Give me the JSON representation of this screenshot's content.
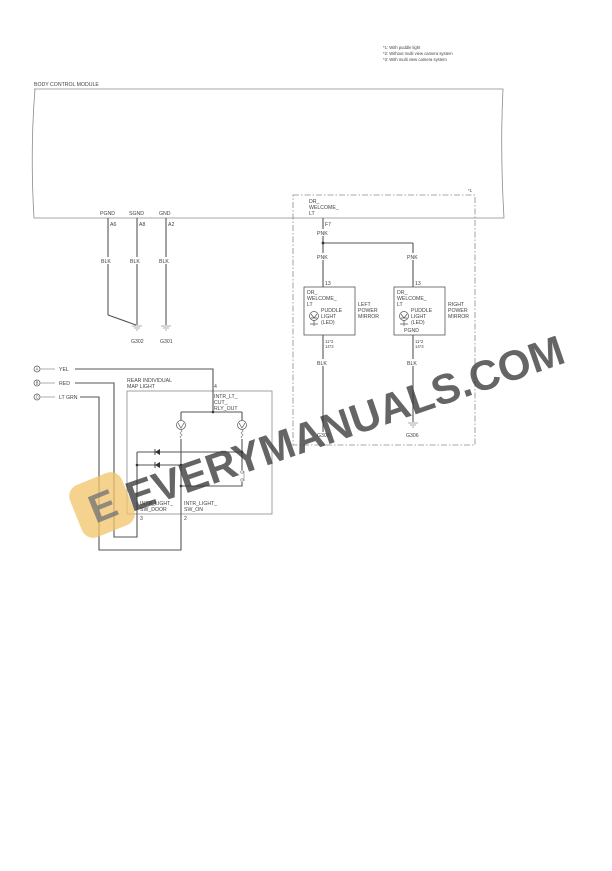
{
  "notes": [
    "*1: With puddle light",
    "*2: Without multi view camera system",
    "*3: With multi view camera system"
  ],
  "bcm": {
    "title": "BODY CONTROL MODULE",
    "pins": [
      {
        "name": "PGND",
        "pin": "A6",
        "wire": "BLK"
      },
      {
        "name": "SGND",
        "pin": "A8",
        "wire": "BLK"
      },
      {
        "name": "GND",
        "pin": "A2",
        "wire": "BLK"
      }
    ],
    "grounds": [
      "G302",
      "G301"
    ],
    "welcome_pin": {
      "name_l1": "DR_",
      "name_l2": "WELCOME_",
      "name_l3": "LT",
      "pin": "F7",
      "wire": "PNK"
    }
  },
  "puddle_group": {
    "note": "*1",
    "branch_wire_left": "PNK",
    "branch_wire_right": "PNK",
    "left": {
      "pin_in": "13",
      "name_l1": "DR_",
      "name_l2": "WELCOME_",
      "name_l3": "LT",
      "lamp_l1": "PUDDLE",
      "lamp_l2": "LIGHT",
      "lamp_l3": "(LED)",
      "label_l1": "LEFT",
      "label_l2": "POWER",
      "label_l3": "MIRROR",
      "pin_out_1": "11*2",
      "pin_out_2": "14*3",
      "wire": "BLK",
      "ground": "G302"
    },
    "right": {
      "pin_in": "13",
      "name_l1": "DR_",
      "name_l2": "WELCOME_",
      "name_l3": "LT",
      "lamp_l1": "PUDDLE",
      "lamp_l2": "LIGHT",
      "lamp_l3": "(LED)",
      "pgnd": "PGND",
      "label_l1": "RIGHT",
      "label_l2": "POWER",
      "label_l3": "MIRROR",
      "pin_out_1": "11*2",
      "pin_out_2": "14*3",
      "wire": "BLK",
      "ground": "G306"
    }
  },
  "connectors": [
    {
      "id": "A",
      "wire": "YEL"
    },
    {
      "id": "B",
      "wire": "RED"
    },
    {
      "id": "C",
      "wire": "LT GRN"
    }
  ],
  "map_light": {
    "title_l1": "REAR INDIVIDUAL",
    "title_l2": "MAP LIGHT",
    "pin4": "4",
    "pin4_l1": "INTR_LT_",
    "pin4_l2": "CUT_",
    "pin4_l3": "RLY_OUT",
    "pin3": "3",
    "pin3_l1": "INTR_LIGHT_",
    "pin3_l2": "SW_DOOR",
    "pin2": "2",
    "pin2_l1": "INTR_LIGHT_",
    "pin2_l2": "SW_ON"
  },
  "watermark": {
    "text": "EVERYMANUALS.COM",
    "logo_letter": "E",
    "logo_color": "#f2c46a"
  }
}
